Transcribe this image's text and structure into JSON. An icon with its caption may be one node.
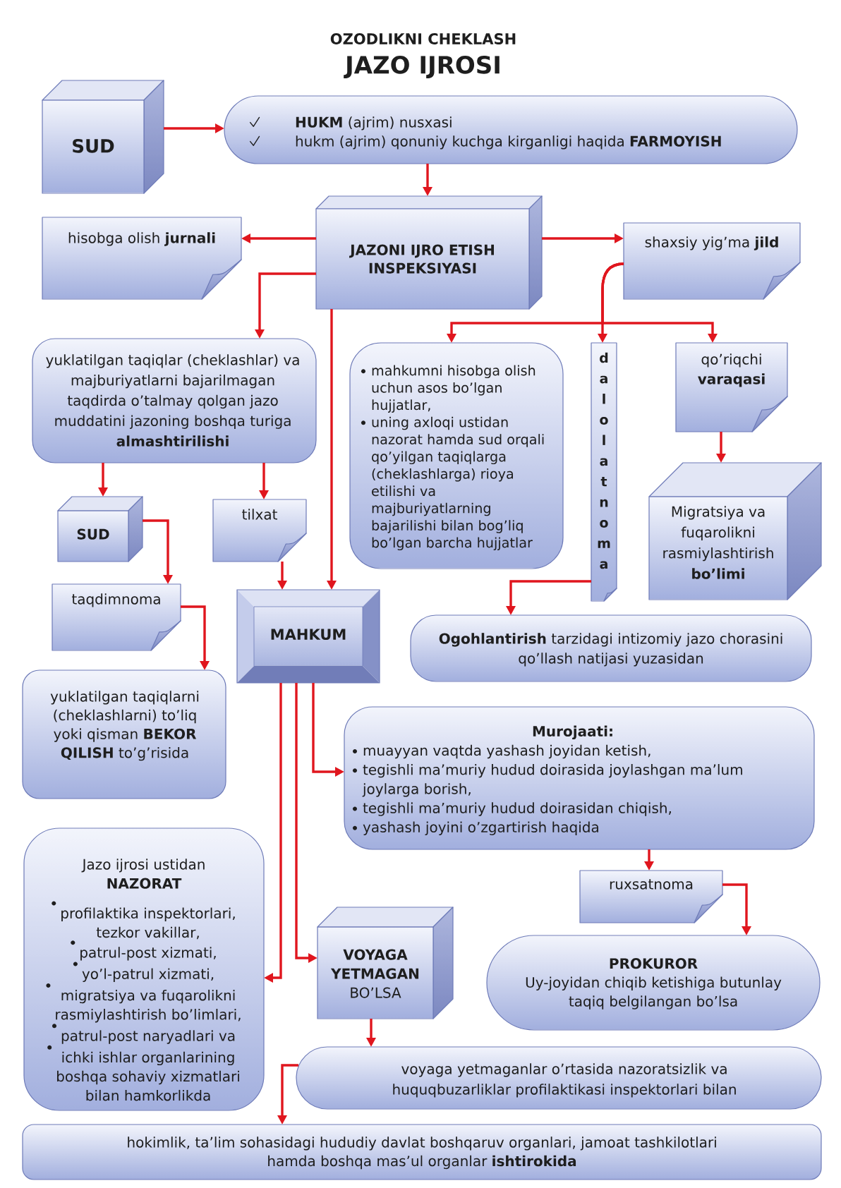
{
  "diagram": {
    "title": "JAZO IJROSI",
    "nodes": [
      {
        "text": [
          "SUD"
        ]
      },
      {
        "text": [
          "**HUKM** (ajrim) nusxasi",
          "hukm (ajrim) qonuniy kuchga kirganligi haqida **FARMOYISH**"
        ]
      },
      {
        "text": [
          "JAZONI IJRO ETISH INSPEKSIYASI"
        ]
      },
      {
        "text": [
          "hisobga olish **jurnali**"
        ]
      },
      {
        "text": [
          "shaxsiy yig’ma **jild**"
        ]
      },
      {
        "text": [
          "yuklatilgan taqiqlar (cheklashlar) va majburiyatlarni bajarilmagan taqdirda o’talmay qolgan jazo muddatini jazoning boshqa turiga **almashtirilishi**"
        ]
      },
      {
        "text": [
          "mahkumni hisobga olish uchun asos bo’lgan hujjatlar,",
          "uning axloqi ustidan nazorat hamda sud orqali qo’yilgan taqiqlarga (cheklashlarga) rioya etilishi va majburiyatlarning bajarilishi bilan bog’liq bo’lgan barcha hujjatlar"
        ]
      },
      {
        "text": [
          "dalolatnoma"
        ]
      },
      {
        "text": [
          "qo’riqchi **varaqasi**"
        ]
      },
      {
        "text": [
          "Migratsiya va fuqarolikni rasmiylashtirish **bo’limi**"
        ]
      },
      {
        "text": [
          "SUD"
        ]
      },
      {
        "text": [
          "tilxat"
        ]
      },
      {
        "text": [
          "taqdimnoma"
        ]
      },
      {
        "text": [
          "MAHKUM"
        ]
      },
      {
        "text": [
          "**Ogohlantirish** tarzidagi intizomiy jazo chorasini qo’llash natijasi yuzasidan"
        ]
      },
      {
        "text": [
          "yuklatilgan taqiqlarni (cheklashlarni) to’liq yoki qisman **BEKOR QILISH** to’g’risida"
        ]
      },
      {
        "text": [
          "Murojaati:",
          "muayyan vaqtda yashash joyidan ketish,",
          "tegishli ma’muriy hudud doirasida joylashgan ma’lum joylarga borish,",
          "tegishli ma’muriy hudud doirasidan chiqish,",
          "yashash joyini o’zgartirish haqida"
        ]
      },
      {
        "text": [
          "Jazo ijrosi ustidan",
          "NAZORAT",
          "profilaktika inspektorlari, tezkor vakillar,",
          "patrul-post xizmati,",
          "yo’l-patrul xizmati,",
          "migratsiya va fuqarolikni rasmiylashtirish bo’limlari,",
          "patrul-post naryadlari va",
          "ichki ishlar organlarining boshqa sohaviy xizmatlari bilan hamkorlikda"
        ]
      },
      {
        "text": [
          "ruxsatnoma"
        ]
      },
      {
        "text": [
          "**VOYAGA YETMAGAN** BO’LSA"
        ]
      },
      {
        "text": [
          "PROKUROR",
          "Uy-joyidan chiqib ketishiga butunlay taqiq belgilangan bo’lsa"
        ]
      },
      {
        "text": [
          "voyaga yetmaganlar o’rtasida nazoratsizlik va huquqbuzarliklar profilaktikasi inspektorlari bilan"
        ]
      },
      {
        "text": [
          "hokimlik, ta’lim sohasidagi hududiy davlat boshqaruv organlari, jamoat tashkilotlari hamda boshqa mas’ul organlar **ishtirokida**"
        ]
      }
    ],
    "edges": [
      {
        "from": 0,
        "to": 1,
        "arrow": "to"
      },
      {
        "from": 1,
        "to": 2,
        "arrow": "to"
      },
      {
        "from": 2,
        "to": 3,
        "arrow": "to"
      },
      {
        "from": 2,
        "to": 4,
        "arrow": "to"
      },
      {
        "from": 2,
        "to": 5,
        "arrow": "to"
      },
      {
        "from": 2,
        "to": 13,
        "arrow": "to"
      },
      {
        "from": 4,
        "to": 6,
        "arrow": "to"
      },
      {
        "from": 4,
        "to": 7,
        "arrow": "to"
      },
      {
        "from": 4,
        "to": 8,
        "arrow": "to"
      },
      {
        "from": 5,
        "to": 10,
        "arrow": "to"
      },
      {
        "from": 5,
        "to": 11,
        "arrow": "to"
      },
      {
        "from": 11,
        "to": 13,
        "arrow": "to"
      },
      {
        "from": 10,
        "to": 12,
        "arrow": "to"
      },
      {
        "from": 12,
        "to": 15,
        "arrow": "to"
      },
      {
        "from": 7,
        "to": 14,
        "arrow": "to"
      },
      {
        "from": 8,
        "to": 9,
        "arrow": "to"
      },
      {
        "from": 13,
        "to": 16,
        "arrow": "to"
      },
      {
        "from": 13,
        "to": 19,
        "arrow": "to"
      },
      {
        "from": 13,
        "to": 17,
        "arrow": "to"
      },
      {
        "from": 16,
        "to": 18,
        "arrow": "to"
      },
      {
        "from": 18,
        "to": 20,
        "arrow": "to"
      },
      {
        "from": 19,
        "to": 21,
        "arrow": "to"
      },
      {
        "from": 21,
        "to": 22,
        "arrow": "to"
      }
    ],
    "labels": [
      "OZODLIKNI CHEKLASH"
    ]
  }
}
